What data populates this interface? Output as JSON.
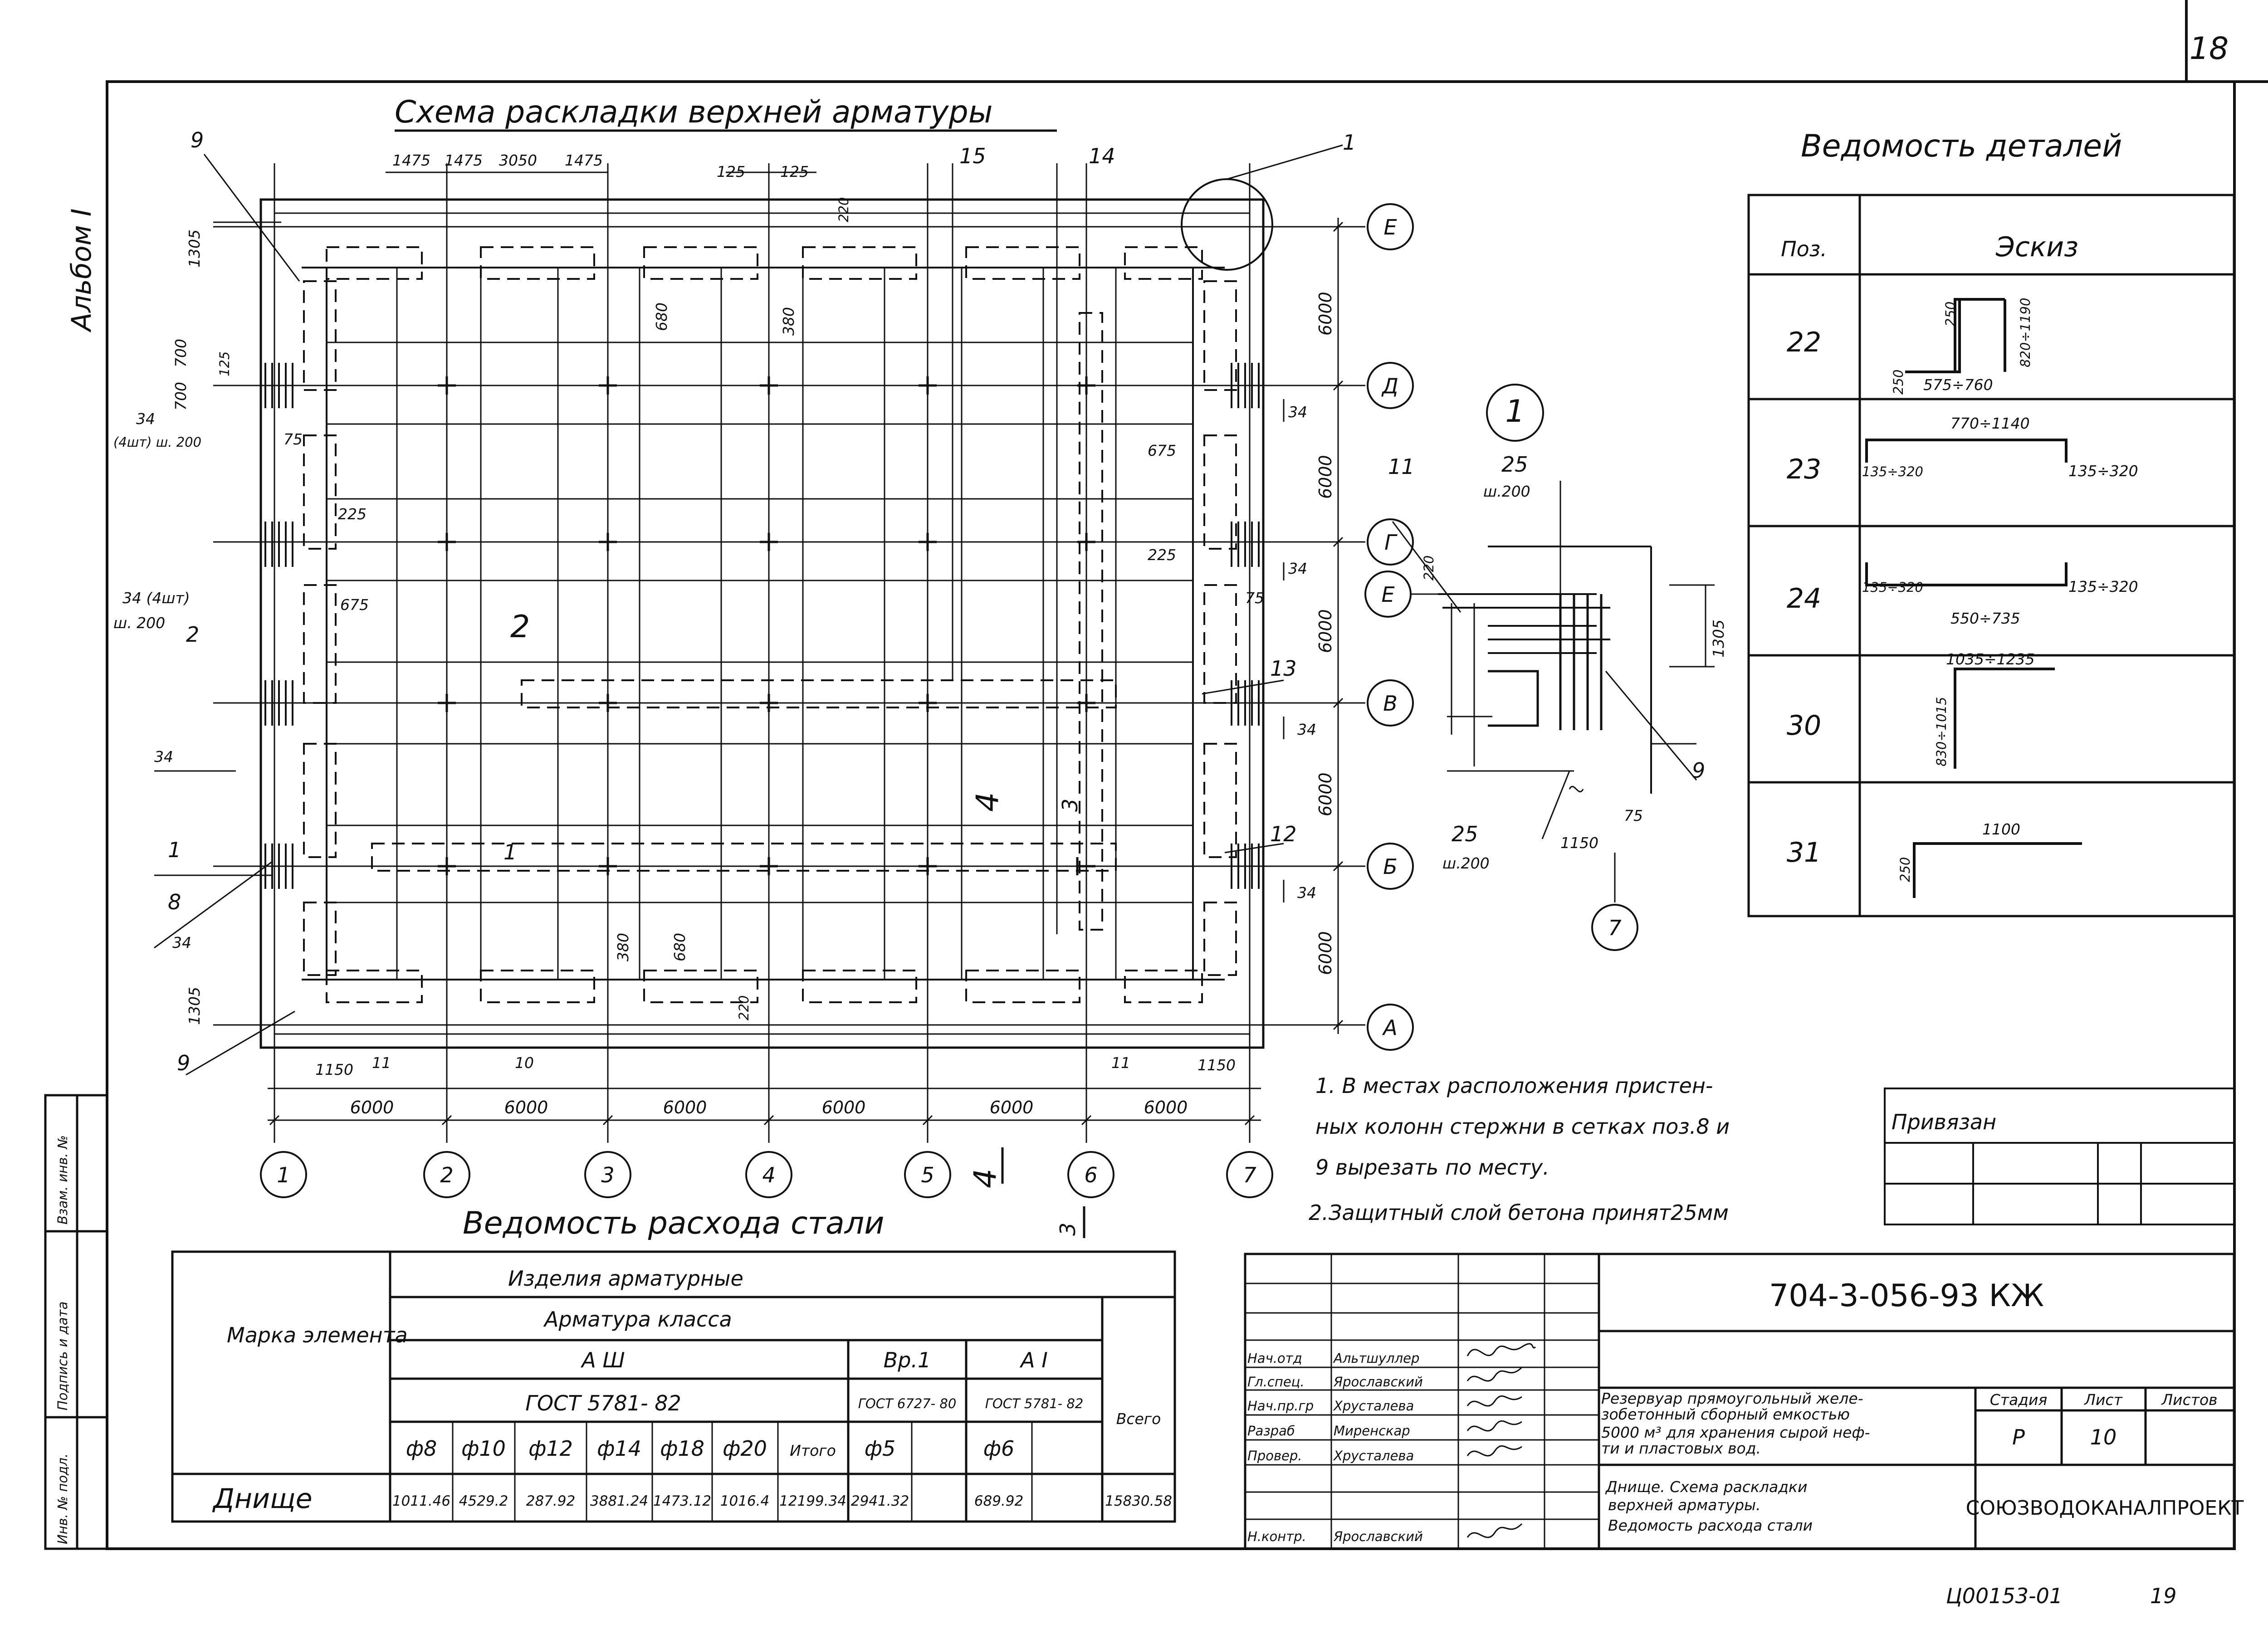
{
  "sheet_number": "18",
  "album_label": "Альбом I",
  "plan": {
    "title": "Схема раскладки верхней арматуры",
    "axes_numbers": [
      "1",
      "2",
      "3",
      "4",
      "5",
      "6",
      "7"
    ],
    "axes_letters": [
      "Е",
      "Д",
      "Г",
      "В",
      "Б",
      "А"
    ],
    "span_labels": [
      "6000",
      "6000",
      "6000",
      "6000",
      "6000",
      "6000"
    ],
    "right_spans": [
      "6000",
      "6000",
      "6000",
      "6000",
      "6000"
    ],
    "top_dims": [
      "1475",
      "1475",
      "3050",
      "1475",
      "125",
      "125"
    ],
    "dims_misc": {
      "d1305": "1305",
      "d700": "700",
      "d125": "125",
      "d75": "75",
      "d225": "225",
      "d675": "675",
      "d220": "220",
      "d680": "680",
      "d380": "380",
      "d1150": "1150"
    },
    "callouts": {
      "c1": "1",
      "c2": "2",
      "c3": "3",
      "c4": "4",
      "c8": "8",
      "c9": "9",
      "c10": "10",
      "c11": "11",
      "c12": "12",
      "c13": "13",
      "c14": "14",
      "c15": "15",
      "c34": "34",
      "c34_4": "34",
      "c34_4sh": "(4шт) ш. 200",
      "c34_4b": "34 (4шт)",
      "sh200": "ш. 200"
    },
    "section_marks": [
      "4",
      "3"
    ]
  },
  "detail": {
    "label": "1",
    "callouts": {
      "c11": "11",
      "c25": "25",
      "sh200": "ш.200",
      "c220": "220",
      "c1305": "1305",
      "c9": "9",
      "c1150": "1150",
      "c75": "75",
      "axis_e": "Е",
      "axis_7": "7"
    }
  },
  "details_table": {
    "title": "Ведомость деталей",
    "headers": [
      "Поз.",
      "Эскиз"
    ],
    "rows": [
      {
        "pos": "22",
        "dims": [
          "250",
          "820÷1190",
          "250",
          "575÷760"
        ]
      },
      {
        "pos": "23",
        "dims": [
          "770÷1140",
          "135÷320",
          "135÷320"
        ]
      },
      {
        "pos": "24",
        "dims": [
          "135÷320",
          "135÷320",
          "550÷735"
        ]
      },
      {
        "pos": "30",
        "dims": [
          "1035÷1235",
          "830÷1015"
        ]
      },
      {
        "pos": "31",
        "dims": [
          "1100",
          "250"
        ]
      }
    ]
  },
  "notes": [
    "1. В местах расположения пристен-",
    "ных колонн стержни в сетках поз.8 и",
    "9 вырезать по месту.",
    "2.Защитный слой бетона принят25мм"
  ],
  "steel_table": {
    "title": "Ведомость расхода стали",
    "h_element": "Марка элемента",
    "h_products": "Изделия арматурные",
    "h_class": "Арматура класса",
    "h_aiii": "А Ш",
    "h_vr1": "Вр.1",
    "h_ai": "А I",
    "h_gost1": "ГОСТ 5781- 82",
    "h_gost2": "ГОСТ 6727- 80",
    "h_gost3": "ГОСТ 5781- 82",
    "h_total": "Всего",
    "diameters": [
      "ф8",
      "ф10",
      "ф12",
      "ф14",
      "ф18",
      "ф20",
      "Итого",
      "ф5",
      "",
      "ф6",
      ""
    ],
    "row_name": "Днище",
    "row_values": [
      "1011.46",
      "4529.2",
      "287.92",
      "3881.24",
      "1473.12",
      "1016.4",
      "12199.34",
      "2941.32",
      "",
      "689.92",
      "",
      "15830.58"
    ]
  },
  "privyazan": "Привязан",
  "stamp": {
    "code": "704-3-056-93 КЖ",
    "project": [
      "Резервуар прямоугольный желе-",
      "зобетонный сборный емкостью",
      "5000 м³ для хранения сырой неф-",
      "ти и пластовых вод."
    ],
    "sheet_title": [
      "Днище. Схема раскладки",
      "верхней арматуры.",
      "Ведомость расхода стали"
    ],
    "h_stage": "Стадия",
    "h_sheet": "Лист",
    "h_sheets": "Листов",
    "stage": "Р",
    "sheet": "10",
    "org": "СОЮЗВОДОКАНАЛПРОЕКТ",
    "roles": [
      {
        "role": "Нач.отд",
        "name": "Альтшуллер"
      },
      {
        "role": "Гл.спец.",
        "name": "Ярославский"
      },
      {
        "role": "Нач.пр.гр",
        "name": "Хрусталева"
      },
      {
        "role": "Разраб",
        "name": "Миренскар"
      },
      {
        "role": "Провер.",
        "name": "Хрусталева"
      },
      {
        "role": "Н.контр.",
        "name": "Ярославский"
      }
    ]
  },
  "side_labels": [
    "Взам. инв. №",
    "Подпись и дата",
    "Инв. № подл."
  ],
  "bottom_code": "Ц00153-01",
  "bottom_page": "19"
}
